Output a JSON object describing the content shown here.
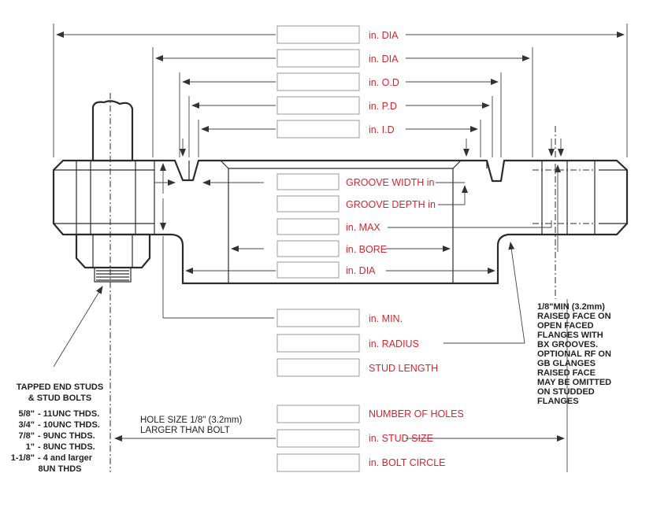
{
  "colors": {
    "label": "#d0262e",
    "line": "#2b2b2b",
    "note": "#222222"
  },
  "dimensions": {
    "flange_dia": "in. DIA",
    "rf_dia": "in. DIA",
    "groove_od": "in. O.D",
    "groove_pd": "in. P.D",
    "groove_id": "in. I.D",
    "groove_width": "GROOVE WIDTH in",
    "groove_depth": "GROOVE DEPTH in",
    "max": "in. MAX",
    "bore": "in. BORE",
    "hub_dia": "in. DIA",
    "min": "in. MIN.",
    "radius": "in. RADIUS",
    "stud_length": "STUD LENGTH",
    "number_of_holes": "NUMBER OF HOLES",
    "stud_size": "in. STUD SIZE",
    "bolt_circle": "in. BOLT CIRCLE"
  },
  "hole_note": [
    "HOLE SIZE 1/8\" (3.2mm)",
    "LARGER THAN BOLT"
  ],
  "raised_face_note": [
    "1/8\"MIN (3.2mm)",
    "RAISED FACE ON",
    "OPEN FACED",
    "FLANGES WITH",
    "BX GROOVES.",
    "OPTIONAL RF ON",
    "GB GLANGES",
    "RAISED FACE",
    "MAY BE OMITTED",
    "ON STUDDED",
    "FLANGES"
  ],
  "studs_note": {
    "title": [
      "TAPPED END STUDS",
      "& STUD BOLTS"
    ],
    "rows": [
      {
        "size": "5/8\"",
        "spec": "- 11UNC THDS."
      },
      {
        "size": "3/4\"",
        "spec": "- 10UNC THDS."
      },
      {
        "size": "7/8\"",
        "spec": "- 9UNC THDS."
      },
      {
        "size": "1\"",
        "spec": "- 8UNC THDS."
      },
      {
        "size": "1-1/8\"",
        "spec": "- 4 and larger"
      }
    ],
    "last": "8UN THDS"
  }
}
